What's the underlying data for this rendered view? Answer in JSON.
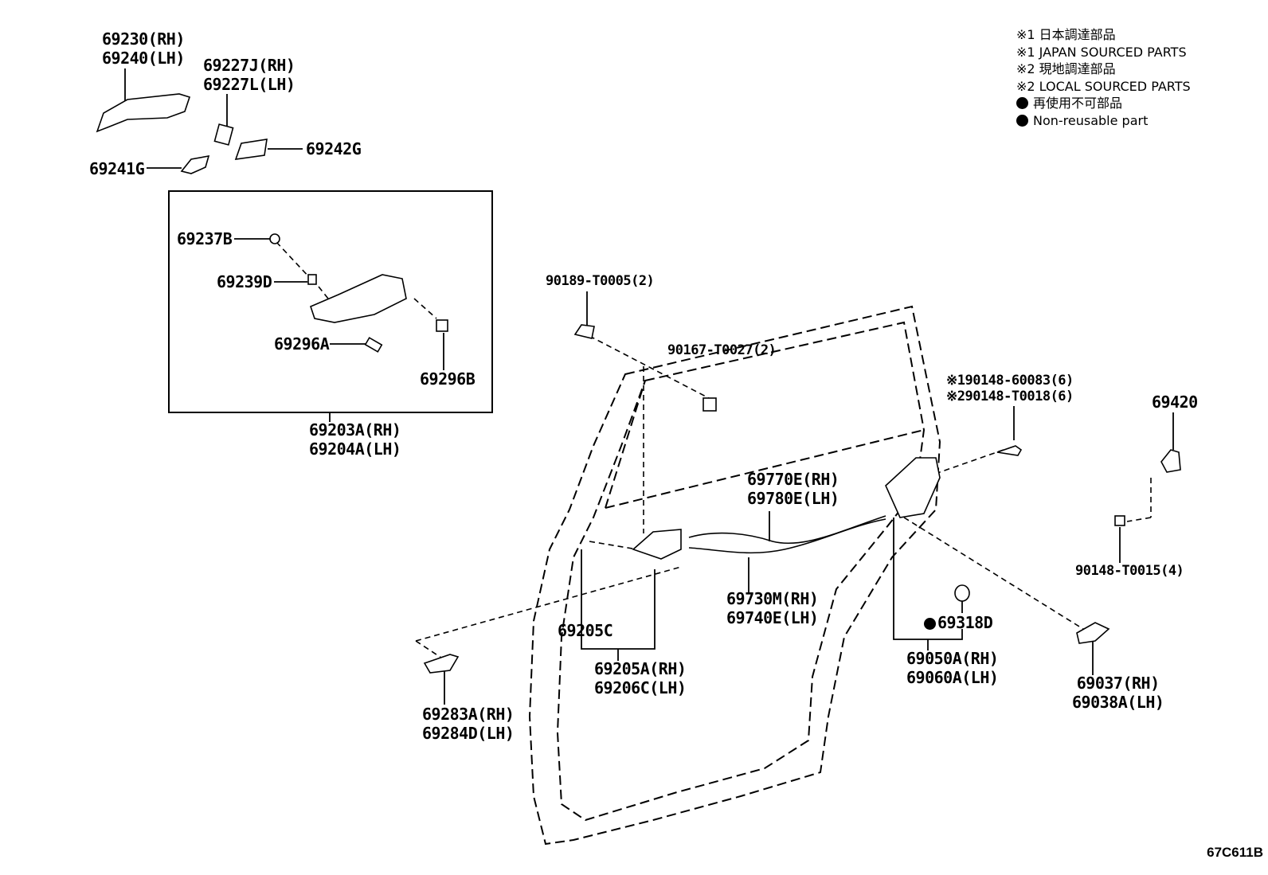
{
  "legend": {
    "line1": "※1 日本調達部品",
    "line2": "※1 JAPAN SOURCED PARTS",
    "line3": "※2 現地調達部品",
    "line4": "※2 LOCAL SOURCED PARTS",
    "line5": "再使用不可部品",
    "line6": "Non-reusable part"
  },
  "parts": {
    "p69230": "69230(RH)",
    "p69240": "69240(LH)",
    "p69227J": "69227J(RH)",
    "p69227L": "69227L(LH)",
    "p69241G": "69241G",
    "p69242G": "69242G",
    "p69237B": "69237B",
    "p69239D": "69239D",
    "p69296A": "69296A",
    "p69296B": "69296B",
    "p69203A": "69203A(RH)",
    "p69204A": "69204A(LH)",
    "p90189": "90189-T0005(2)",
    "p90167": "90167-T0027(2)",
    "p90148a": "※190148-60083(6)",
    "p90148b": "※290148-T0018(6)",
    "p69420": "69420",
    "p69770E": "69770E(RH)",
    "p69780E": "69780E(LH)",
    "p90148c": "90148-T0015(4)",
    "p69730M": "69730M(RH)",
    "p69740E": "69740E(LH)",
    "p69205C": "69205C",
    "p69318D": "69318D",
    "p69205A": "69205A(RH)",
    "p69206C": "69206C(LH)",
    "p69050A": "69050A(RH)",
    "p69060A": "69060A(LH)",
    "p69037": "69037(RH)",
    "p69038A": "69038A(LH)",
    "p69283A": "69283A(RH)",
    "p69284D": "69284D(LH)"
  },
  "drawing_ref": "67C611B"
}
